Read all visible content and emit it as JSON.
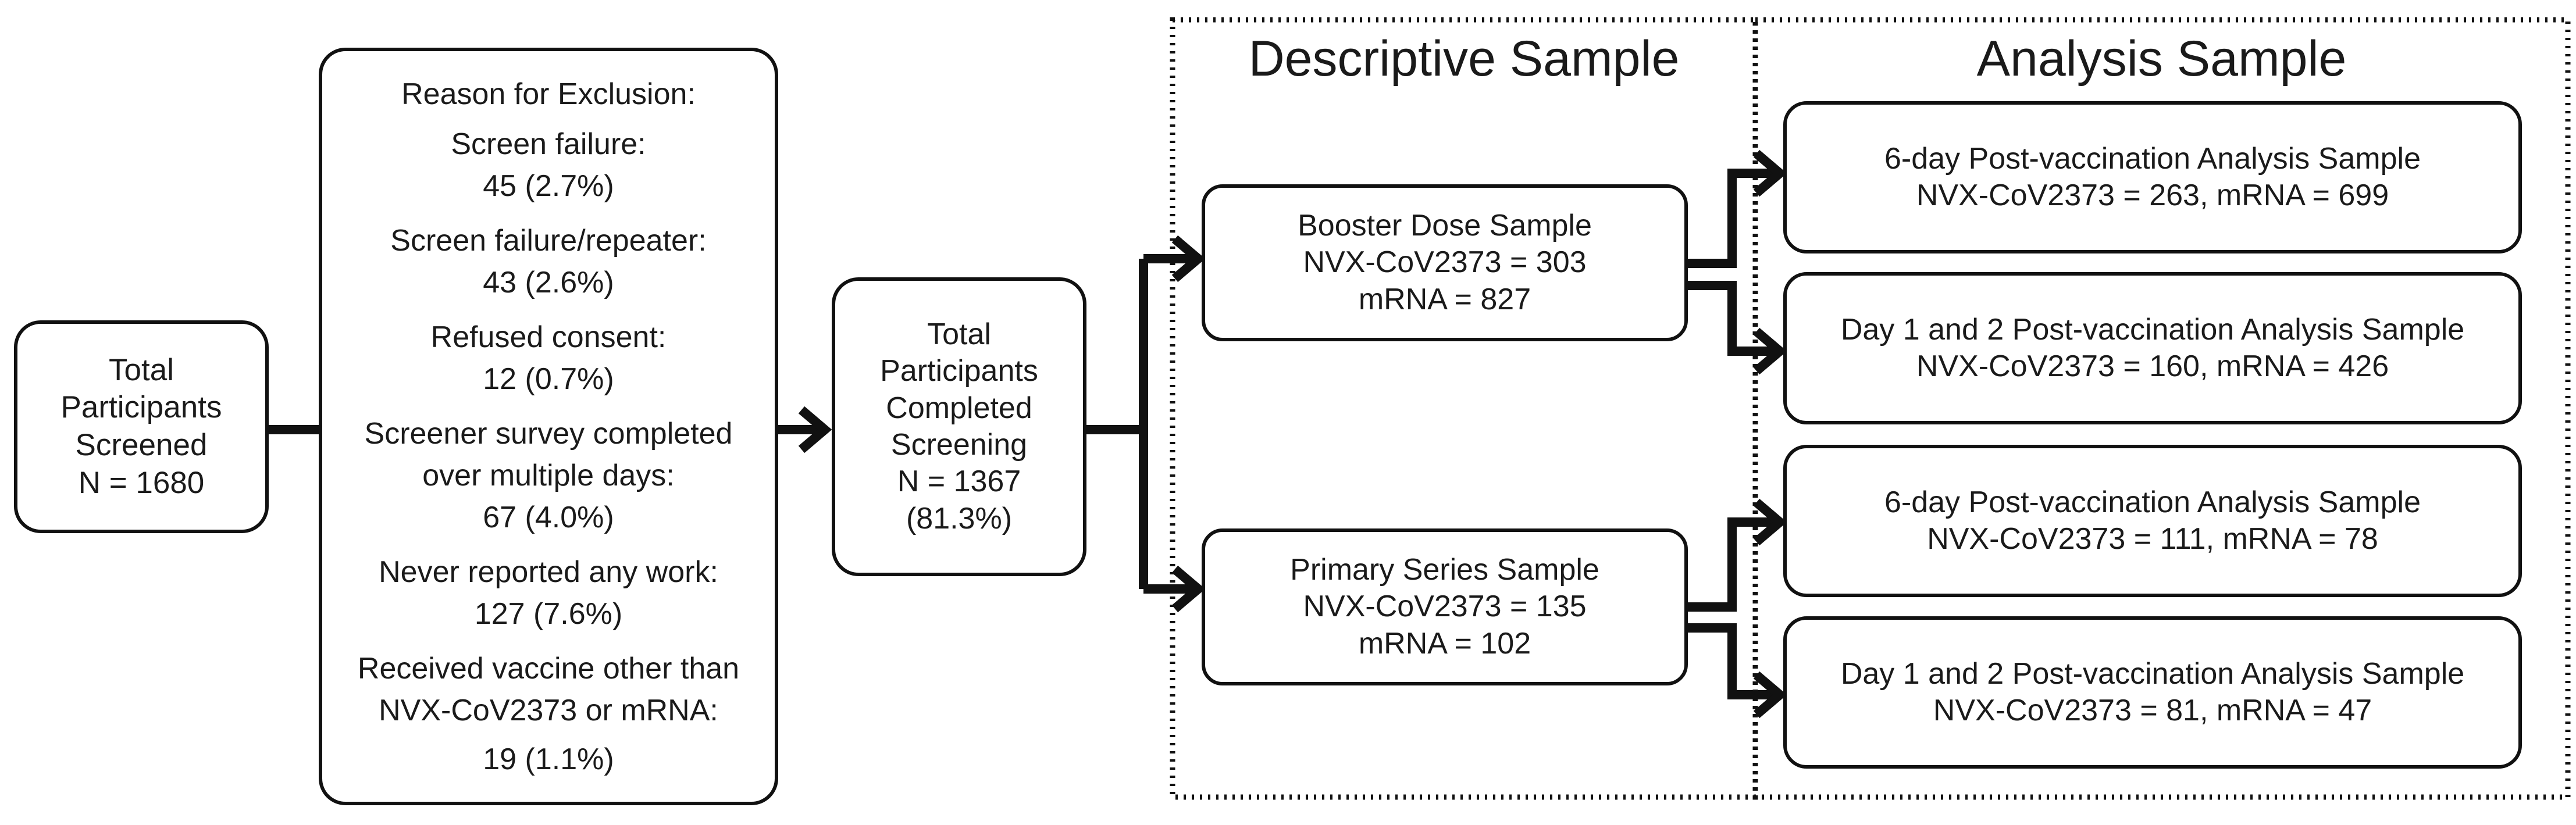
{
  "screened": {
    "lines": [
      "Total",
      "Participants",
      "Screened",
      "N = 1680"
    ]
  },
  "exclusion": {
    "lines": [
      "Reason for Exclusion:",
      "Screen failure:",
      "45 (2.7%)",
      "Screen failure/repeater:",
      "43 (2.6%)",
      "Refused consent:",
      "12 (0.7%)",
      "Screener survey completed",
      "over multiple days:",
      "67 (4.0%)",
      "Never reported any work:",
      "127 (7.6%)",
      "Received vaccine other than",
      "NVX-CoV2373 or mRNA:",
      "19 (1.1%)"
    ]
  },
  "completed": {
    "lines": [
      "Total",
      "Participants",
      "Completed",
      "Screening",
      "N = 1367",
      "(81.3%)"
    ]
  },
  "descriptive_heading": "Descriptive Sample",
  "analysis_heading": "Analysis Sample",
  "booster": {
    "lines": [
      "Booster Dose Sample",
      "NVX-CoV2373 = 303",
      "mRNA = 827"
    ]
  },
  "primary": {
    "lines": [
      "Primary Series Sample",
      "NVX-CoV2373 = 135",
      "mRNA = 102"
    ]
  },
  "analysis": [
    {
      "lines": [
        "6-day Post-vaccination Analysis Sample",
        "NVX-CoV2373 = 263, mRNA = 699"
      ]
    },
    {
      "lines": [
        "Day 1 and 2 Post-vaccination Analysis Sample",
        "NVX-CoV2373 = 160, mRNA = 426"
      ]
    },
    {
      "lines": [
        "6-day Post-vaccination Analysis Sample",
        "NVX-CoV2373 = 111, mRNA = 78"
      ]
    },
    {
      "lines": [
        "Day 1 and 2 Post-vaccination Analysis Sample",
        "NVX-CoV2373 = 81, mRNA = 47"
      ]
    }
  ]
}
